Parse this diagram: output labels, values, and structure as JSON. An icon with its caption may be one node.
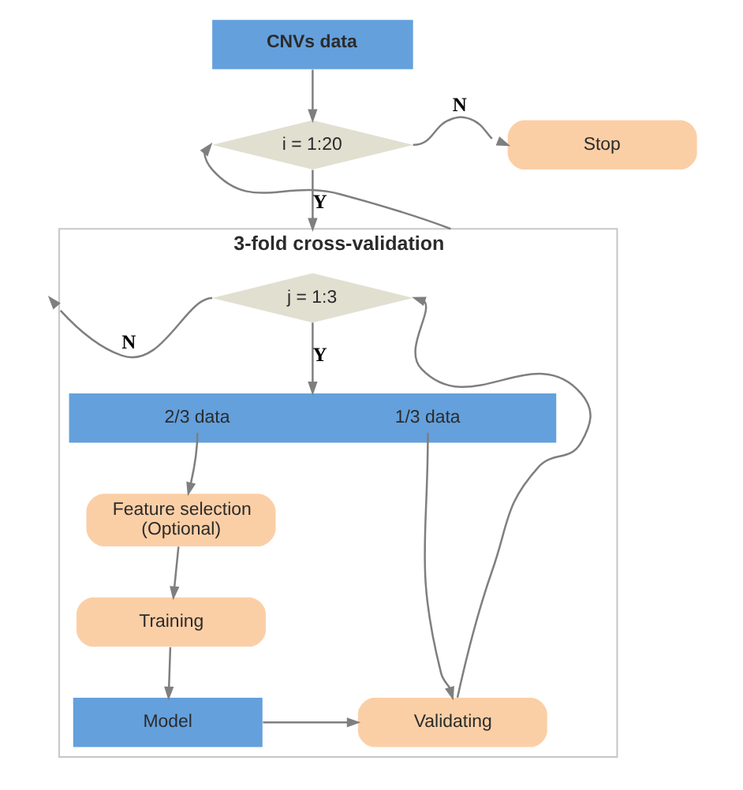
{
  "diagram": {
    "nodes": [
      {
        "text": [
          "CNVs data"
        ]
      },
      {
        "text": [
          "i = 1:20"
        ]
      },
      {
        "text": [
          "Stop"
        ]
      },
      {
        "text": [
          "3-fold cross-validation"
        ]
      },
      {
        "text": [
          "j = 1:3"
        ],
        "in": 3
      },
      {
        "text": [
          "2/3 data",
          "1/3 data"
        ],
        "in": 3
      },
      {
        "text": [
          "Feature selection (Optional)"
        ],
        "in": 3
      },
      {
        "text": [
          "Training"
        ],
        "in": 3
      },
      {
        "text": [
          "Model"
        ],
        "in": 3
      },
      {
        "text": [
          "Validating"
        ],
        "in": 3
      }
    ],
    "edges": [
      {
        "from": 0,
        "to": 1,
        "arrow": "to"
      },
      {
        "from": 1,
        "to": 2,
        "arrow": "to",
        "label": "N"
      },
      {
        "from": 1,
        "to": 3,
        "arrow": "to",
        "label": "Y"
      },
      {
        "from": 4,
        "to": 3,
        "arrow": "to",
        "label": "N"
      },
      {
        "from": 3,
        "to": 1,
        "arrow": "to"
      },
      {
        "from": 4,
        "to": 5,
        "arrow": "to",
        "label": "Y"
      },
      {
        "from": 5,
        "to": 6,
        "arrow": "to"
      },
      {
        "from": 6,
        "to": 7,
        "arrow": "to"
      },
      {
        "from": 7,
        "to": 8,
        "arrow": "to"
      },
      {
        "from": 8,
        "to": 9,
        "arrow": "to"
      },
      {
        "from": 5,
        "to": 9,
        "arrow": "to"
      },
      {
        "from": 9,
        "to": 4,
        "arrow": "to"
      }
    ]
  }
}
